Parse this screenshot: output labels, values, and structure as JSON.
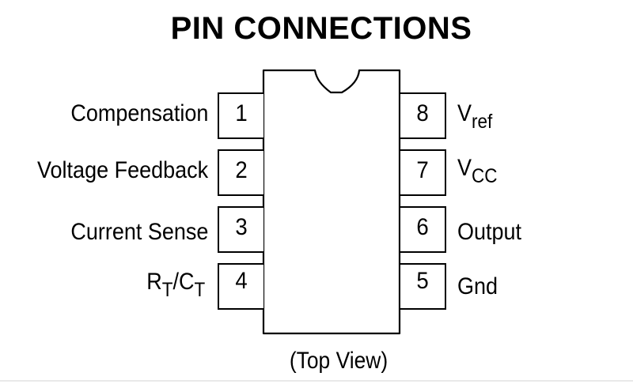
{
  "title": "PIN CONNECTIONS",
  "caption": "(Top View)",
  "package": {
    "type": "8-pin DIP",
    "view": "top",
    "notch": "top-center"
  },
  "pins": [
    {
      "number": "1",
      "side": "left",
      "label": "Compensation",
      "label_main": "Compensation",
      "label_sub": ""
    },
    {
      "number": "2",
      "side": "left",
      "label": "Voltage Feedback",
      "label_main": "Voltage Feedback",
      "label_sub": ""
    },
    {
      "number": "3",
      "side": "left",
      "label": "Current Sense",
      "label_main": "Current Sense",
      "label_sub": ""
    },
    {
      "number": "4",
      "side": "left",
      "label": "RT/CT",
      "label_parts": [
        "R",
        "T",
        "/C",
        "T"
      ]
    },
    {
      "number": "8",
      "side": "right",
      "label": "Vref",
      "label_parts": [
        "V",
        "ref"
      ]
    },
    {
      "number": "7",
      "side": "right",
      "label": "VCC",
      "label_parts": [
        "V",
        "CC"
      ]
    },
    {
      "number": "6",
      "side": "right",
      "label": "Output",
      "label_main": "Output",
      "label_sub": ""
    },
    {
      "number": "5",
      "side": "right",
      "label": "Gnd",
      "label_main": "Gnd",
      "label_sub": ""
    }
  ]
}
